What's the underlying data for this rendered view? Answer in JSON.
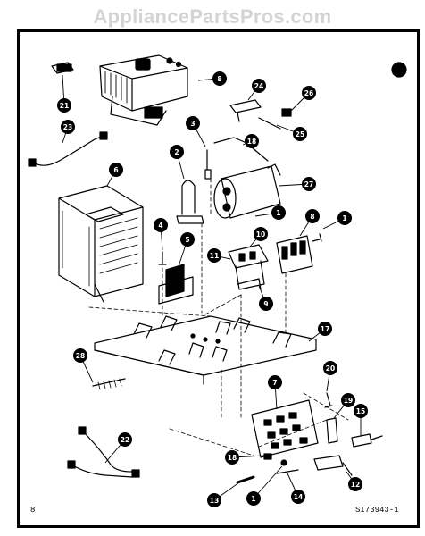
{
  "watermark": "AppliancePartsPros.com",
  "footer": {
    "page_number": "8",
    "drawing_number": "SI73943-1"
  },
  "callouts": [
    {
      "id": "c8a",
      "label": "8"
    },
    {
      "id": "c21",
      "label": "21"
    },
    {
      "id": "c24",
      "label": "24"
    },
    {
      "id": "c26",
      "label": "26"
    },
    {
      "id": "c25",
      "label": "25"
    },
    {
      "id": "c23",
      "label": "23"
    },
    {
      "id": "c3",
      "label": "3"
    },
    {
      "id": "c18a",
      "label": "18"
    },
    {
      "id": "c2",
      "label": "2"
    },
    {
      "id": "c6",
      "label": "6"
    },
    {
      "id": "c27",
      "label": "27"
    },
    {
      "id": "c1a",
      "label": "1"
    },
    {
      "id": "c8b",
      "label": "8"
    },
    {
      "id": "c1b",
      "label": "1"
    },
    {
      "id": "c4",
      "label": "4"
    },
    {
      "id": "c10",
      "label": "10"
    },
    {
      "id": "c5",
      "label": "5"
    },
    {
      "id": "c11",
      "label": "11"
    },
    {
      "id": "c9",
      "label": "9"
    },
    {
      "id": "c17",
      "label": "17"
    },
    {
      "id": "c28",
      "label": "28"
    },
    {
      "id": "c20",
      "label": "20"
    },
    {
      "id": "c7",
      "label": "7"
    },
    {
      "id": "c19",
      "label": "19"
    },
    {
      "id": "c15",
      "label": "15"
    },
    {
      "id": "c22",
      "label": "22"
    },
    {
      "id": "c18b",
      "label": "18"
    },
    {
      "id": "c1c",
      "label": "1"
    },
    {
      "id": "c12",
      "label": "12"
    },
    {
      "id": "c13",
      "label": "13"
    },
    {
      "id": "c14",
      "label": "14"
    }
  ]
}
